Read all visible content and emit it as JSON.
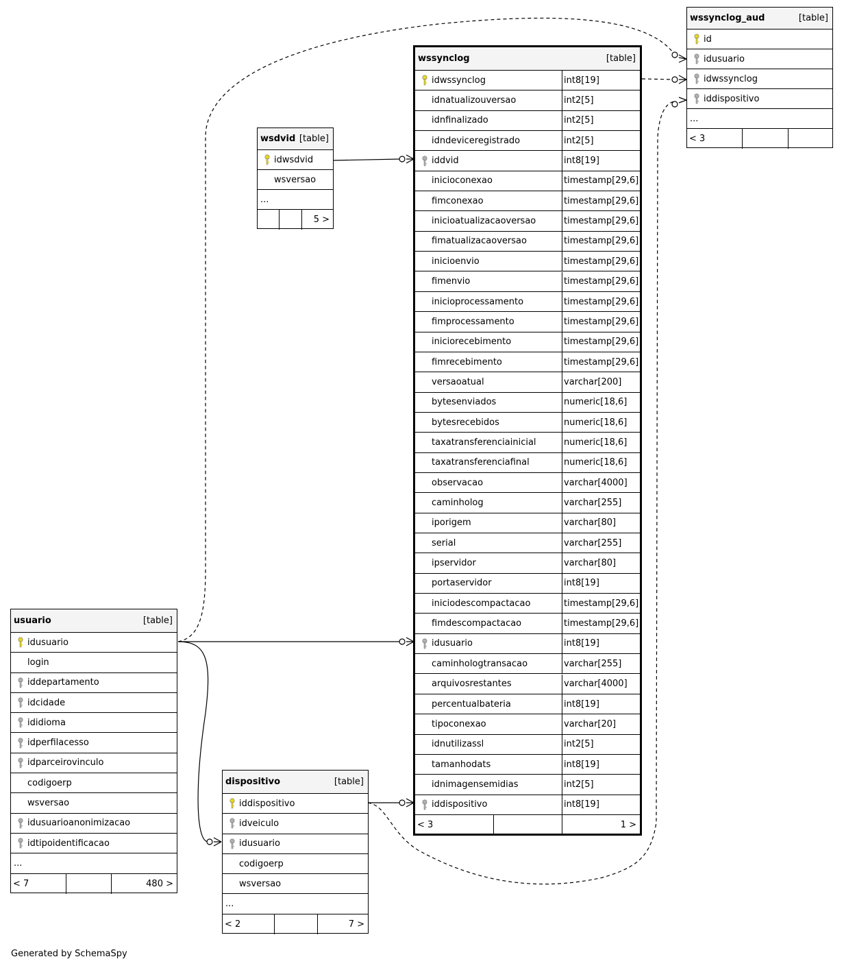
{
  "footer": "Generated by SchemaSpy",
  "tables": [
    {
      "id": "wssynclog",
      "name": "wssynclog",
      "tag": "[table]",
      "columns": [
        {
          "name": "idwssynclog",
          "type": "int8[19]",
          "key": "pk"
        },
        {
          "name": "idnatualizouversao",
          "type": "int2[5]",
          "key": ""
        },
        {
          "name": "idnfinalizado",
          "type": "int2[5]",
          "key": ""
        },
        {
          "name": "idndeviceregistrado",
          "type": "int2[5]",
          "key": ""
        },
        {
          "name": "iddvid",
          "type": "int8[19]",
          "key": "fk"
        },
        {
          "name": "inicioconexao",
          "type": "timestamp[29,6]",
          "key": ""
        },
        {
          "name": "fimconexao",
          "type": "timestamp[29,6]",
          "key": ""
        },
        {
          "name": "inicioatualizacaoversao",
          "type": "timestamp[29,6]",
          "key": ""
        },
        {
          "name": "fimatualizacaoversao",
          "type": "timestamp[29,6]",
          "key": ""
        },
        {
          "name": "inicioenvio",
          "type": "timestamp[29,6]",
          "key": ""
        },
        {
          "name": "fimenvio",
          "type": "timestamp[29,6]",
          "key": ""
        },
        {
          "name": "inicioprocessamento",
          "type": "timestamp[29,6]",
          "key": ""
        },
        {
          "name": "fimprocessamento",
          "type": "timestamp[29,6]",
          "key": ""
        },
        {
          "name": "iniciorecebimento",
          "type": "timestamp[29,6]",
          "key": ""
        },
        {
          "name": "fimrecebimento",
          "type": "timestamp[29,6]",
          "key": ""
        },
        {
          "name": "versaoatual",
          "type": "varchar[200]",
          "key": ""
        },
        {
          "name": "bytesenviados",
          "type": "numeric[18,6]",
          "key": ""
        },
        {
          "name": "bytesrecebidos",
          "type": "numeric[18,6]",
          "key": ""
        },
        {
          "name": "taxatransferenciainicial",
          "type": "numeric[18,6]",
          "key": ""
        },
        {
          "name": "taxatransferenciafinal",
          "type": "numeric[18,6]",
          "key": ""
        },
        {
          "name": "observacao",
          "type": "varchar[4000]",
          "key": ""
        },
        {
          "name": "caminholog",
          "type": "varchar[255]",
          "key": ""
        },
        {
          "name": "iporigem",
          "type": "varchar[80]",
          "key": ""
        },
        {
          "name": "serial",
          "type": "varchar[255]",
          "key": ""
        },
        {
          "name": "ipservidor",
          "type": "varchar[80]",
          "key": ""
        },
        {
          "name": "portaservidor",
          "type": "int8[19]",
          "key": ""
        },
        {
          "name": "iniciodescompactacao",
          "type": "timestamp[29,6]",
          "key": ""
        },
        {
          "name": "fimdescompactacao",
          "type": "timestamp[29,6]",
          "key": ""
        },
        {
          "name": "idusuario",
          "type": "int8[19]",
          "key": "fk"
        },
        {
          "name": "caminhologtransacao",
          "type": "varchar[255]",
          "key": ""
        },
        {
          "name": "arquivosrestantes",
          "type": "varchar[4000]",
          "key": ""
        },
        {
          "name": "percentualbateria",
          "type": "int8[19]",
          "key": ""
        },
        {
          "name": "tipoconexao",
          "type": "varchar[20]",
          "key": ""
        },
        {
          "name": "idnutilizassl",
          "type": "int2[5]",
          "key": ""
        },
        {
          "name": "tamanhodats",
          "type": "int8[19]",
          "key": ""
        },
        {
          "name": "idnimagensemidias",
          "type": "int2[5]",
          "key": ""
        },
        {
          "name": "iddispositivo",
          "type": "int8[19]",
          "key": "fk"
        }
      ],
      "ellipsis": "",
      "nav": {
        "left": "< 3",
        "right": "1 >"
      }
    },
    {
      "id": "wssynclog_aud",
      "name": "wssynclog_aud",
      "tag": "[table]",
      "columns": [
        {
          "name": "id",
          "type": "",
          "key": "pk"
        },
        {
          "name": "idusuario",
          "type": "",
          "key": "fk"
        },
        {
          "name": "idwssynclog",
          "type": "",
          "key": "fk"
        },
        {
          "name": "iddispositivo",
          "type": "",
          "key": "fk"
        }
      ],
      "ellipsis": "...",
      "nav": {
        "left": "< 3",
        "right": ""
      }
    },
    {
      "id": "wsdvid",
      "name": "wsdvid",
      "tag": "[table]",
      "columns": [
        {
          "name": "idwsdvid",
          "type": "",
          "key": "pk"
        },
        {
          "name": "wsversao",
          "type": "",
          "key": ""
        }
      ],
      "ellipsis": "...",
      "nav": {
        "left": "",
        "right": "5 >"
      }
    },
    {
      "id": "usuario",
      "name": "usuario",
      "tag": "[table]",
      "columns": [
        {
          "name": "idusuario",
          "type": "",
          "key": "pk"
        },
        {
          "name": "login",
          "type": "",
          "key": ""
        },
        {
          "name": "iddepartamento",
          "type": "",
          "key": "fk"
        },
        {
          "name": "idcidade",
          "type": "",
          "key": "fk"
        },
        {
          "name": "ididioma",
          "type": "",
          "key": "fk"
        },
        {
          "name": "idperfilacesso",
          "type": "",
          "key": "fk"
        },
        {
          "name": "idparceirovinculo",
          "type": "",
          "key": "fk"
        },
        {
          "name": "codigoerp",
          "type": "",
          "key": ""
        },
        {
          "name": "wsversao",
          "type": "",
          "key": ""
        },
        {
          "name": "idusuarioanonimizacao",
          "type": "",
          "key": "fk"
        },
        {
          "name": "idtipoidentificacao",
          "type": "",
          "key": "fk"
        }
      ],
      "ellipsis": "...",
      "nav": {
        "left": "< 7",
        "right": "480 >"
      }
    },
    {
      "id": "dispositivo",
      "name": "dispositivo",
      "tag": "[table]",
      "columns": [
        {
          "name": "iddispositivo",
          "type": "",
          "key": "pk"
        },
        {
          "name": "idveiculo",
          "type": "",
          "key": "fk"
        },
        {
          "name": "idusuario",
          "type": "",
          "key": "fk"
        },
        {
          "name": "codigoerp",
          "type": "",
          "key": ""
        },
        {
          "name": "wsversao",
          "type": "",
          "key": ""
        }
      ],
      "ellipsis": "...",
      "nav": {
        "left": "< 2",
        "right": "7 >"
      }
    }
  ],
  "colors": {
    "pk_key": "#e8d81c",
    "fk_key": "#b0b0b0",
    "header_bg": "#f4f4f4"
  }
}
